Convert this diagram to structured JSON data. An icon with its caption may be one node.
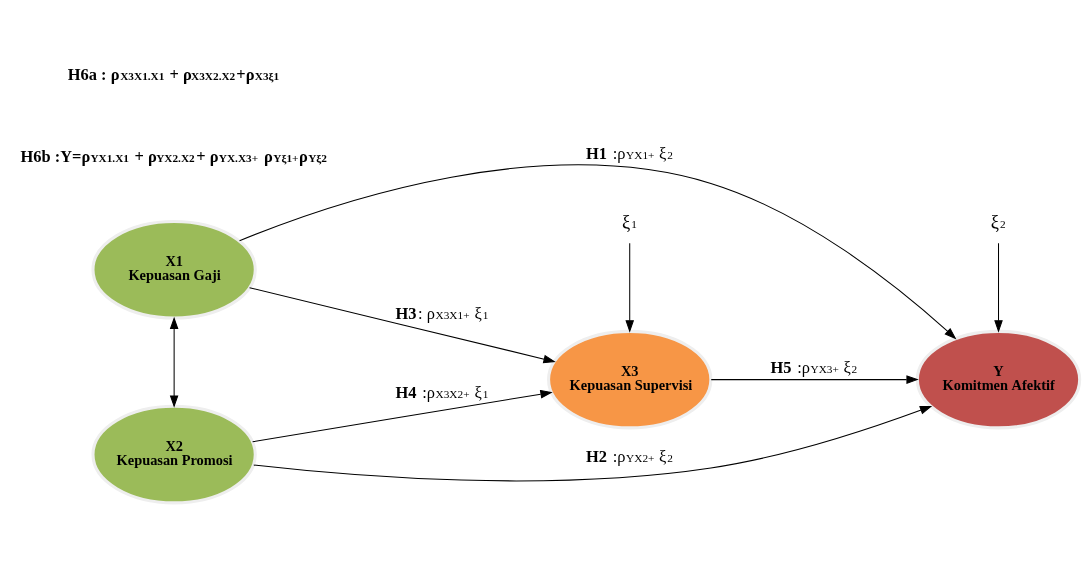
{
  "diagram": {
    "nodes": [
      {
        "text": [
          "X1",
          "Kepuasan Gaji"
        ]
      },
      {
        "text": [
          "X2",
          "Kepuasan Promosi"
        ]
      },
      {
        "text": [
          "ξ$_{1}$"
        ]
      },
      {
        "text": [
          "X3",
          "Kepuasan Supervisi"
        ]
      },
      {
        "text": [
          "ξ$_{2}$"
        ]
      },
      {
        "text": [
          "Y",
          "Komitmen Afektif"
        ]
      }
    ],
    "edges": [
      {
        "from": 0,
        "to": 5,
        "arrow": "to",
        "label": "**H1** :ρ$_{YX1+}$ ξ$_{2}$"
      },
      {
        "from": 1,
        "to": 5,
        "arrow": "to",
        "label": "**H2** :ρ$_{YX2+}$ ξ$_{2}$"
      },
      {
        "from": 0,
        "to": 3,
        "arrow": "to",
        "label": "**H3**: ρ$_{X3X1+}$ ξ$_{1}$"
      },
      {
        "from": 1,
        "to": 3,
        "arrow": "to",
        "label": "**H4** :ρ$_{X3X2+}$ ξ$_{1}$"
      },
      {
        "from": 3,
        "to": 5,
        "arrow": "to",
        "label": "**H5** :ρ$_{YX3+}$ ξ$_{2}$"
      },
      {
        "from": 0,
        "to": 1,
        "arrow": "both"
      },
      {
        "from": 2,
        "to": 3,
        "arrow": "to"
      },
      {
        "from": 4,
        "to": 5,
        "arrow": "to"
      }
    ],
    "labels": [
      "**H6b :Y=ρ$_{YX1.X1}$ + ρ$_{YX2.X2}$+ ρ$_{YX.X3+}$ ρ$_{Yξ1+}$ρ$_{Yξ2}$**",
      "**H6a : ρ$_{X3X1.X1}$ + ρ$_{X3X2.X2}$+ρ$_{X3ξ1}$**"
    ]
  }
}
